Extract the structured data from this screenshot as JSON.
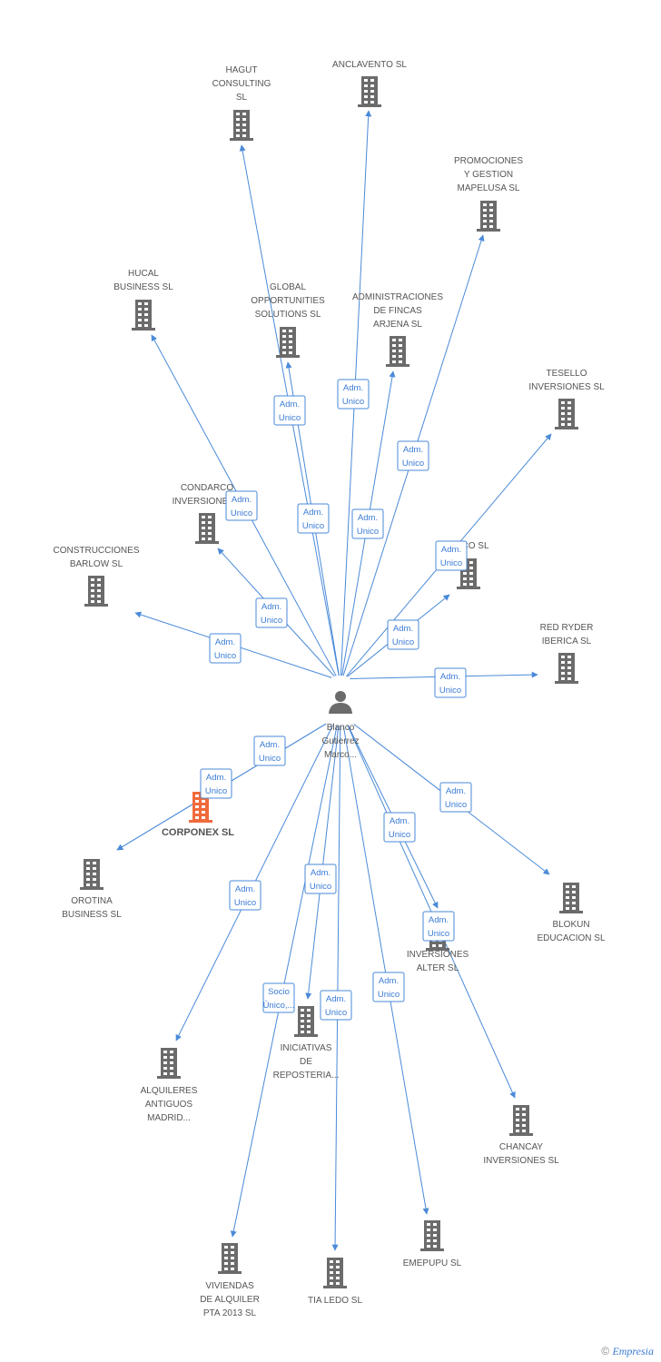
{
  "person": {
    "label_lines": [
      "Blanco",
      "Gutierrez",
      "Marco..."
    ]
  },
  "companies": [
    {
      "id": "hagut",
      "lines": [
        "HAGUT",
        "CONSULTING",
        "SL"
      ]
    },
    {
      "id": "anclavento",
      "lines": [
        "ANCLAVENTO SL"
      ]
    },
    {
      "id": "promociones",
      "lines": [
        "PROMOCIONES",
        "Y GESTION",
        "MAPELUSA SL"
      ]
    },
    {
      "id": "hucal",
      "lines": [
        "HUCAL",
        "BUSINESS SL"
      ]
    },
    {
      "id": "global",
      "lines": [
        "GLOBAL",
        "OPPORTUNITIES",
        "SOLUTIONS SL"
      ]
    },
    {
      "id": "administraciones",
      "lines": [
        "ADMINISTRACIONES",
        "DE FINCAS",
        "ARJENA SL"
      ]
    },
    {
      "id": "tesello",
      "lines": [
        "TESELLO",
        "INVERSIONES SL"
      ]
    },
    {
      "id": "condarco",
      "lines": [
        "CONDARCO",
        "INVERSIONES..."
      ]
    },
    {
      "id": "construcciones",
      "lines": [
        "CONSTRUCCIONES",
        "BARLOW SL"
      ]
    },
    {
      "id": "bianco",
      "lines": [
        "B...CO SL"
      ]
    },
    {
      "id": "redryder",
      "lines": [
        "RED RYDER",
        "IBERICA SL"
      ]
    },
    {
      "id": "corponex",
      "lines": [
        "CORPONEX SL"
      ],
      "focus": true
    },
    {
      "id": "orotina",
      "lines": [
        "OROTINA",
        "BUSINESS SL"
      ]
    },
    {
      "id": "blokun",
      "lines": [
        "BLOKUN",
        "EDUCACION SL"
      ]
    },
    {
      "id": "inversionesalter",
      "lines": [
        "INVERSIONES",
        "ALTER SL"
      ]
    },
    {
      "id": "iniciativas",
      "lines": [
        "INICIATIVAS",
        "DE",
        "REPOSTERIA..."
      ]
    },
    {
      "id": "alquileres",
      "lines": [
        "ALQUILERES",
        "ANTIGUOS",
        "MADRID..."
      ]
    },
    {
      "id": "chancay",
      "lines": [
        "CHANCAY",
        "INVERSIONES SL"
      ]
    },
    {
      "id": "emepupu",
      "lines": [
        "EMEPUPU SL"
      ]
    },
    {
      "id": "viviendas",
      "lines": [
        "VIVIENDAS",
        "DE ALQUILER",
        "PTA 2013 SL"
      ]
    },
    {
      "id": "tialedo",
      "lines": [
        "TIA LEDO SL"
      ]
    }
  ],
  "edges": [
    {
      "to": "hagut",
      "lines": [
        "Adm.",
        "Unico"
      ]
    },
    {
      "to": "anclavento",
      "lines": [
        "Adm.",
        "Unico"
      ]
    },
    {
      "to": "promociones",
      "lines": [
        "Adm.",
        "Unico"
      ]
    },
    {
      "to": "hucal",
      "lines": [
        "Adm.",
        "Unico"
      ]
    },
    {
      "to": "global",
      "lines": [
        "Adm.",
        "Unico"
      ]
    },
    {
      "to": "administraciones",
      "lines": [
        "Adm.",
        "Unico"
      ]
    },
    {
      "to": "tesello",
      "lines": [
        "Adm.",
        "Unico"
      ]
    },
    {
      "to": "condarco",
      "lines": [
        "Adm.",
        "Unico"
      ]
    },
    {
      "to": "construcciones",
      "lines": [
        "Adm.",
        "Unico"
      ]
    },
    {
      "to": "bianco",
      "lines": [
        "Adm.",
        "Unico"
      ]
    },
    {
      "to": "redryder",
      "lines": [
        "Adm.",
        "Unico"
      ]
    },
    {
      "to": "corponex",
      "lines": [
        "Adm.",
        "Unico"
      ]
    },
    {
      "to": "orotina",
      "lines": [
        "Adm.",
        "Unico"
      ]
    },
    {
      "to": "blokun",
      "lines": [
        "Adm.",
        "Unico"
      ]
    },
    {
      "to": "inversionesalter",
      "lines": [
        "Adm.",
        "Unico"
      ]
    },
    {
      "to": "chancay",
      "lines": [
        "Adm.",
        "Unico"
      ]
    },
    {
      "to": "iniciativas",
      "lines": [
        "Socio",
        "Único,..."
      ]
    },
    {
      "to": "viviendas",
      "lines": [
        "Adm.",
        "Unico"
      ]
    },
    {
      "to": "alquileres",
      "lines": [
        "Adm.",
        "Unico"
      ]
    },
    {
      "to": "tialedo",
      "lines": [
        "Adm.",
        "Unico"
      ]
    },
    {
      "to": "emepupu",
      "lines": [
        "Adm.",
        "Unico"
      ]
    }
  ],
  "footer": {
    "copyright": "©",
    "brand": "Empresia"
  },
  "colors": {
    "edge": "#4a8ad8",
    "building": "#6b6b6b",
    "focus": "#f06a3c"
  }
}
